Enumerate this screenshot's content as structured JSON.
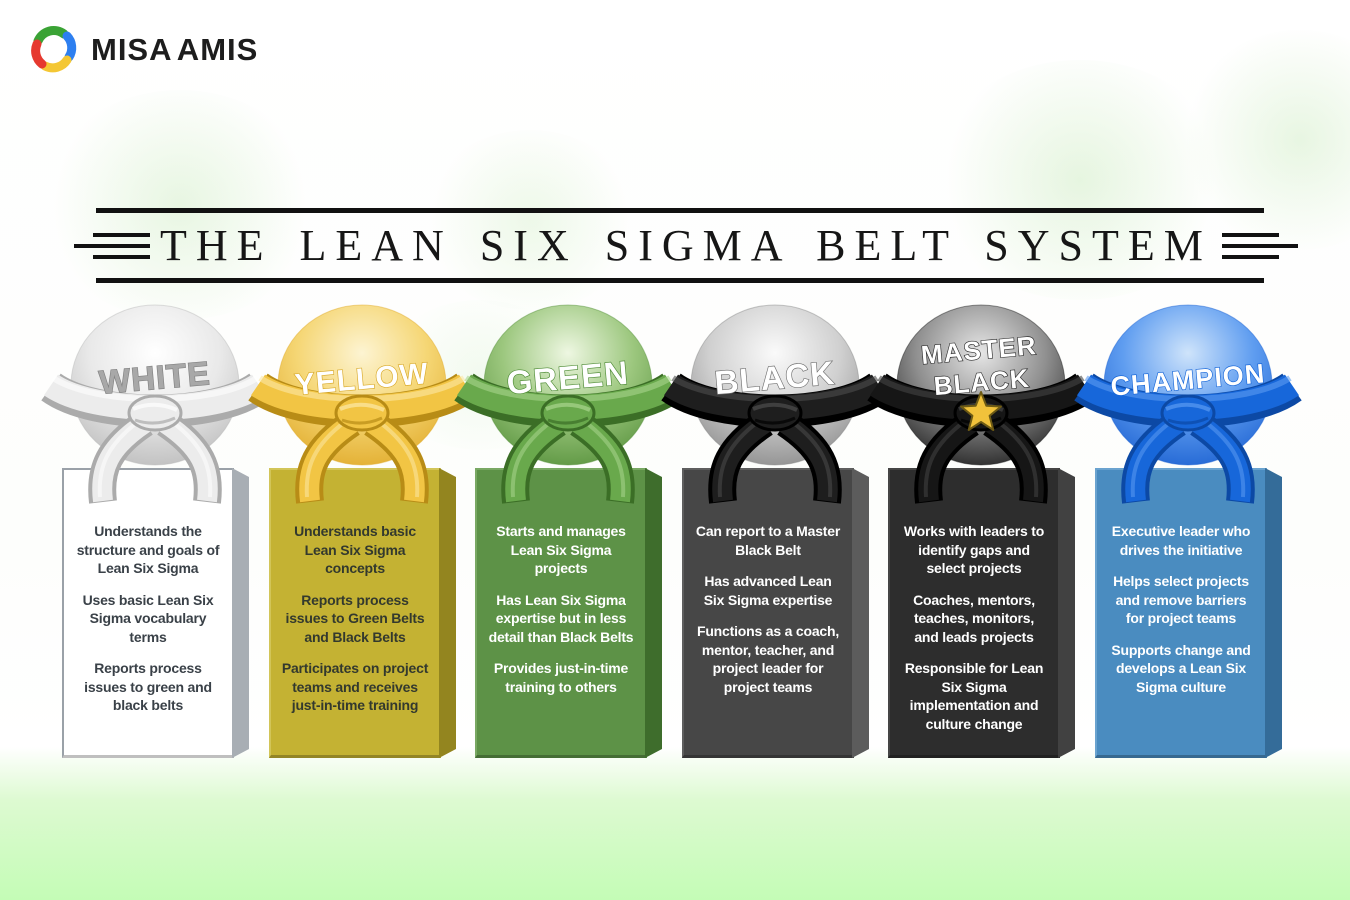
{
  "logo": {
    "brand": "MISA AMIS",
    "icon": "misa-swirl-logo-icon",
    "icon_colors": {
      "green": "#3aa335",
      "blue": "#2d7ff0",
      "yellow": "#f4c734",
      "red": "#e6392f"
    }
  },
  "title": {
    "text": "THE LEAN SIX SIGMA BELT SYSTEM"
  },
  "belts": [
    {
      "id": "white",
      "label": "WHITE",
      "label_lines": [
        "WHITE"
      ],
      "star": false,
      "colors": {
        "sphere_light": "#ffffff",
        "sphere_mid": "#e9e9e9",
        "sphere_dark": "#b9b9b9",
        "belt": "#ececec",
        "belt_dark": "#ababab",
        "belt_light": "#ffffff",
        "label_fill": "#a8a8a8",
        "label_stroke": "#818181",
        "card_face": "#ffffff",
        "card_edge": "#a8aeb4",
        "card_border": "#9aa1a8",
        "text": "#3a4148"
      },
      "bullets": [
        "Understands the\nstructure and goals of\nLean Six Sigma",
        "Uses basic Lean Six\nSigma vocabulary\nterms",
        "Reports process\nissues to green and\nblack belts"
      ]
    },
    {
      "id": "yellow",
      "label": "YELLOW",
      "label_lines": [
        "YELLOW"
      ],
      "star": false,
      "colors": {
        "sphere_light": "#fdf4d2",
        "sphere_mid": "#f5d674",
        "sphere_dark": "#e0a928",
        "belt": "#f2c544",
        "belt_dark": "#b88c16",
        "belt_light": "#fce8a6",
        "label_fill": "#ffffff",
        "label_stroke": "#d8a826",
        "card_face": "#c4b233",
        "card_edge": "#93851f",
        "card_border": "#d2c558",
        "text": "#33392e"
      },
      "bullets": [
        "Understands basic\nLean Six Sigma\nconcepts",
        "Reports process\nissues to Green Belts\nand Black Belts",
        "Participates on project\nteams and receives\njust-in-time training"
      ]
    },
    {
      "id": "green",
      "label": "GREEN",
      "label_lines": [
        "GREEN"
      ],
      "star": false,
      "colors": {
        "sphere_light": "#eef7e2",
        "sphere_mid": "#9cc77e",
        "sphere_dark": "#55903a",
        "belt": "#69a94c",
        "belt_dark": "#3b6e26",
        "belt_light": "#a9d58e",
        "label_fill": "#ffffff",
        "label_stroke": "#4c8a33",
        "card_face": "#5d9247",
        "card_edge": "#3e6d2c",
        "card_border": "#79a863",
        "text": "#ffffff"
      },
      "bullets": [
        "Starts and manages\nLean Six Sigma\nprojects",
        "Has Lean Six Sigma\nexpertise but in less\ndetail than Black Belts",
        "Provides just-in-time\ntraining to others"
      ]
    },
    {
      "id": "black",
      "label": "BLACK",
      "label_lines": [
        "BLACK"
      ],
      "star": false,
      "colors": {
        "sphere_light": "#fafafa",
        "sphere_mid": "#d0d0d0",
        "sphere_dark": "#878787",
        "belt": "#1e1e1e",
        "belt_dark": "#000000",
        "belt_light": "#4d4d4d",
        "label_fill": "#ffffff",
        "label_stroke": "#6e6e6e",
        "card_face": "#474747",
        "card_edge": "#5c5c5c",
        "card_border": "#5e5e5e",
        "text": "#ffffff"
      },
      "bullets": [
        "Can report to a Master\nBlack Belt",
        "Has advanced Lean\nSix Sigma expertise",
        "Functions as a coach,\nmentor, teacher, and\nproject leader for\nproject teams"
      ]
    },
    {
      "id": "master-black",
      "label": "MASTER BLACK",
      "label_lines": [
        "MASTER",
        "BLACK"
      ],
      "star": true,
      "badge_icon": "star-icon",
      "colors": {
        "sphere_light": "#e6e6e6",
        "sphere_mid": "#8f8f8f",
        "sphere_dark": "#1b1b1b",
        "belt": "#161616",
        "belt_dark": "#000000",
        "belt_light": "#454545",
        "label_fill": "#ffffff",
        "label_stroke": "#2b2b2b",
        "star": "#f1c23b",
        "star_stroke": "#6d5a14",
        "card_face": "#2d2d2d",
        "card_edge": "#414141",
        "card_border": "#454545",
        "text": "#ffffff"
      },
      "bullets": [
        "Works with leaders to\nidentify gaps and\nselect projects",
        "Coaches, mentors,\nteaches, monitors,\nand leads projects",
        "Responsible for Lean\nSix Sigma\nimplementation and\nculture change"
      ]
    },
    {
      "id": "champion",
      "label": "CHAMPION",
      "label_lines": [
        "CHAMPION"
      ],
      "star": false,
      "colors": {
        "sphere_light": "#cfe4fb",
        "sphere_mid": "#5f9df0",
        "sphere_dark": "#1a5fd0",
        "belt": "#1767da",
        "belt_dark": "#0c49a5",
        "belt_light": "#5b9bf2",
        "label_fill": "#ffffff",
        "label_stroke": "#1565d8",
        "card_face": "#4a8cc0",
        "card_edge": "#346c99",
        "card_border": "#6aa3cf",
        "text": "#ffffff"
      },
      "bullets": [
        "Executive leader who\ndrives the initiative",
        "Helps select projects\nand remove barriers\nfor project teams",
        "Supports change and\ndevelops a Lean Six\nSigma culture"
      ]
    }
  ]
}
